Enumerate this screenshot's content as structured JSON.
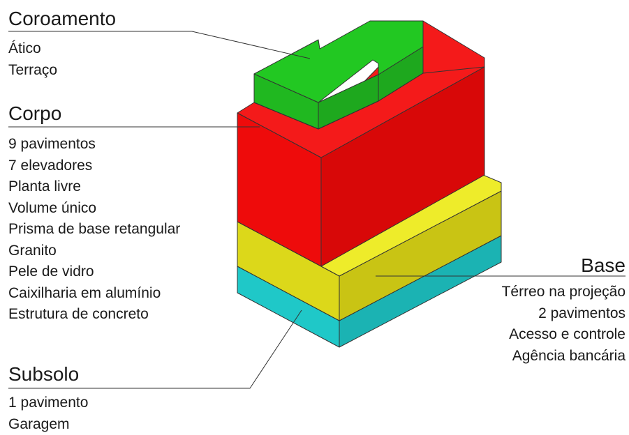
{
  "colors": {
    "coroamento": "#22c822",
    "corpo": "#ee0b0b",
    "base": "#dcd81a",
    "subsolo": "#1fc8c8",
    "lines": "#333333"
  },
  "sections": {
    "coroamento": {
      "title": "Coroamento",
      "items": [
        "Ático",
        "Terraço"
      ]
    },
    "corpo": {
      "title": "Corpo",
      "items": [
        "9 pavimentos",
        "7 elevadores",
        "Planta livre",
        "Volume único",
        "Prisma de base retangular",
        "Granito",
        "Pele de vidro",
        "Caixilharia em alumínio",
        "Estrutura de concreto"
      ]
    },
    "base": {
      "title": "Base",
      "items": [
        "Térreo na projeção",
        "2 pavimentos",
        "Acesso e controle",
        "Agência bancária"
      ]
    },
    "subsolo": {
      "title": "Subsolo",
      "items": [
        "1  pavimento",
        "Garagem"
      ]
    }
  }
}
